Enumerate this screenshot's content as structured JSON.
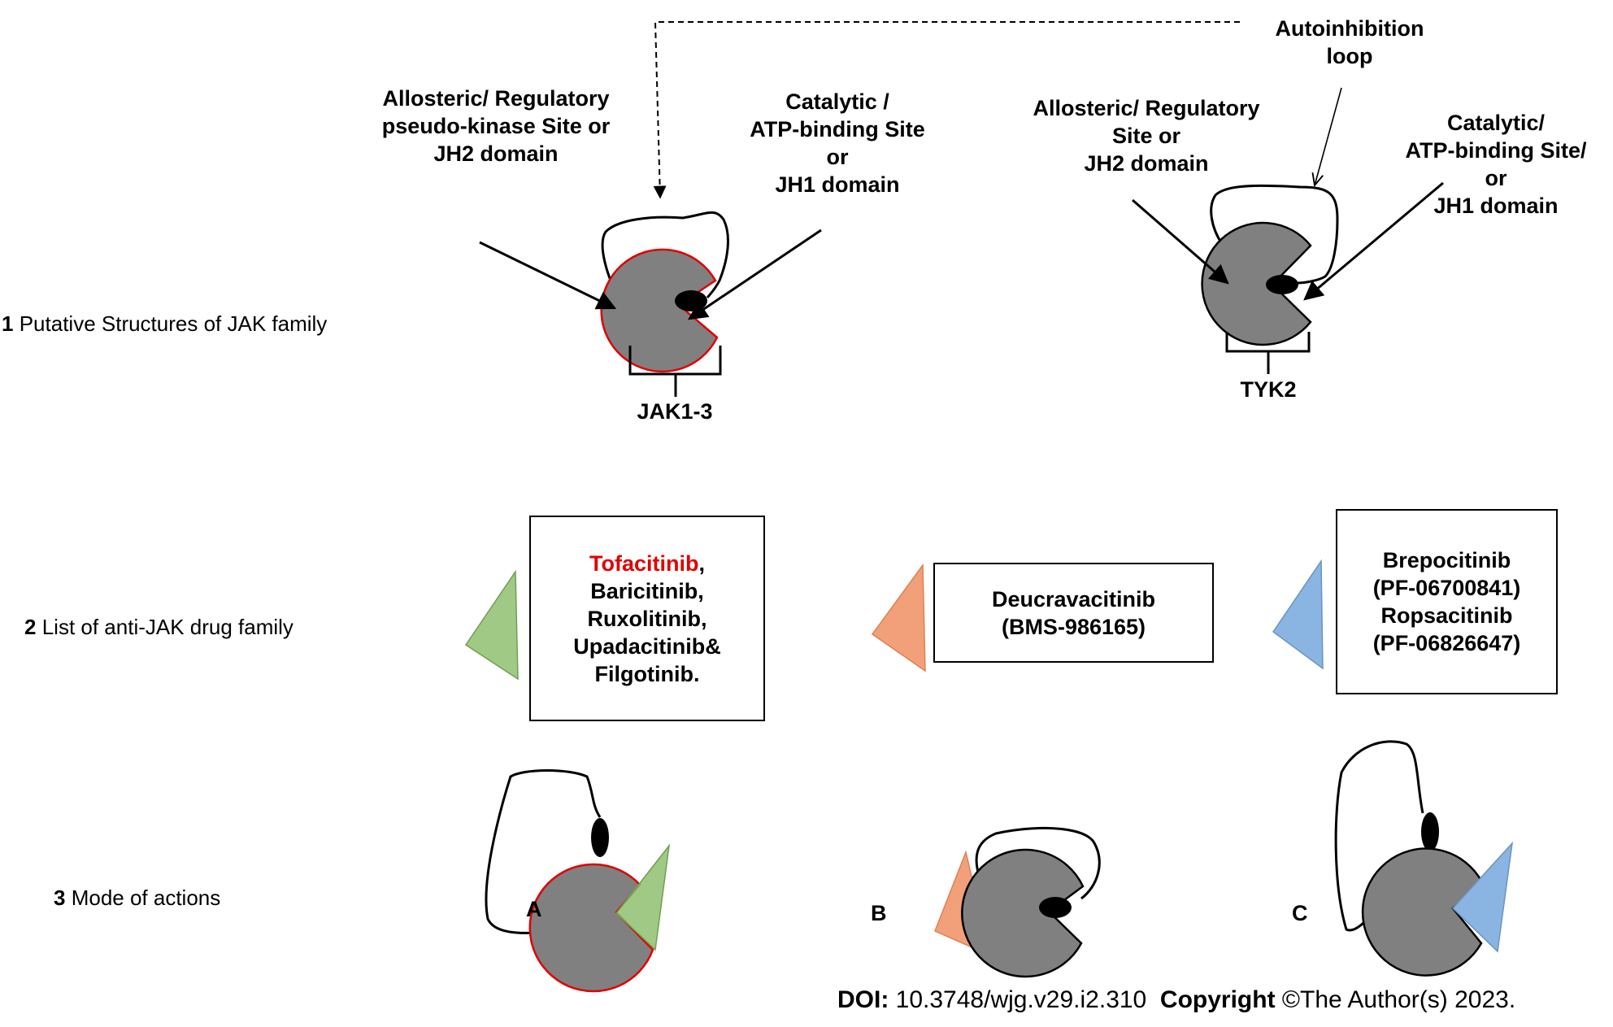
{
  "rows": [
    {
      "number": "1",
      "text": "Putative Structures of JAK family"
    },
    {
      "number": "2",
      "text": "List of anti-JAK drug family"
    },
    {
      "number": "3",
      "text": "Mode of actions"
    }
  ],
  "jak": {
    "allosteric_label": [
      "Allosteric/ Regulatory",
      "pseudo-kinase Site or",
      "JH2 domain"
    ],
    "catalytic_label": [
      "Catalytic /",
      "ATP-binding Site",
      "or",
      "JH1 domain"
    ],
    "name": "JAK1-3"
  },
  "tyk": {
    "autoinhibition_label": [
      "Autoinhibition",
      "loop"
    ],
    "allosteric_label": [
      "Allosteric/ Regulatory",
      "Site or",
      "JH2 domain"
    ],
    "catalytic_label": [
      "Catalytic/",
      "ATP-binding Site/",
      "or",
      "JH1 domain"
    ],
    "name": "TYK2"
  },
  "drugs": {
    "left": {
      "highlight": "Tofacitinib",
      "highlight_suffix": ",",
      "lines": [
        "Baricitinib,",
        "Ruxolitinib,",
        "Upadacitinib&",
        "Filgotinib."
      ]
    },
    "middle": {
      "lines": [
        "Deucravacitinib",
        "(BMS-986165)"
      ]
    },
    "right": {
      "lines": [
        "Brepocitinib",
        "(PF-06700841)",
        "Ropsacitinib",
        "(PF-06826647)"
      ]
    }
  },
  "modes": {
    "a": "A",
    "b": "B",
    "c": "C"
  },
  "footer": {
    "doi_label": "DOI:",
    "doi_value": "10.3748/wjg.v29.i2.310",
    "copyright_label": "Copyright",
    "copyright_value": "©The Author(s)  2023."
  },
  "colors": {
    "kinase_fill": "#808080",
    "highlight_outline": "#e00000",
    "green_triangle": "#8fc070",
    "orange_triangle": "#f2a07a",
    "blue_triangle": "#8ab4e2",
    "highlight_text": "#e00000"
  }
}
